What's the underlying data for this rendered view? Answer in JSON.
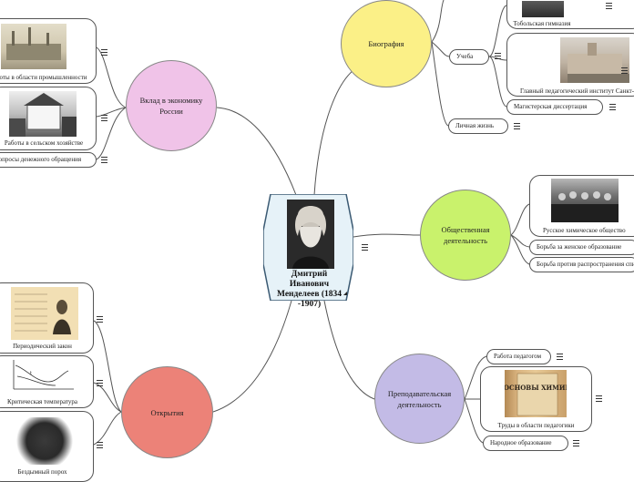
{
  "center": {
    "title": "Дмитрий Иванович Менделеев (1834 -1907)",
    "portrait_icon": "portrait-photo",
    "fill": "#e6f2f8",
    "border": "#3b5a73"
  },
  "branches": {
    "biography": {
      "label": "Биография",
      "color": "#fbf087",
      "study": {
        "label": "Учеба",
        "items": [
          {
            "caption": "Тобольская гимназия"
          },
          {
            "caption": "Главный педагогический институт Санкт-Петербурга"
          },
          {
            "caption": "Магистерская диссертация"
          }
        ]
      },
      "personal_life": "Личная жизнь"
    },
    "economy": {
      "label": "Вклад в экономику России",
      "color": "#f0c3e8",
      "items": [
        {
          "caption": "Работы в области промышленности"
        },
        {
          "caption": "Работы в сельском хозяйстве"
        },
        {
          "caption": "Вопросы денежного обращения"
        }
      ]
    },
    "social": {
      "label": "Общественная деятельность",
      "color": "#c9f26c",
      "items": [
        {
          "caption": "Русское химическое общество"
        },
        {
          "caption": "Борьба за женское образование"
        },
        {
          "caption": "Борьба против распространения спиритизма"
        }
      ]
    },
    "discoveries": {
      "label": "Открытия",
      "color": "#ec8278",
      "items": [
        {
          "caption": "Периодический закон"
        },
        {
          "caption": "Критическая температура"
        },
        {
          "caption": "Бездымный порох"
        }
      ]
    },
    "teaching": {
      "label": "Преподавательская деятельность",
      "color": "#c3bbe6",
      "items": [
        {
          "caption": "Работа педагогом"
        },
        {
          "caption": "Труды в области педагогики",
          "book_text": "ОСНОВЫ ХИМИИ"
        },
        {
          "caption": "Народное образование"
        }
      ]
    }
  },
  "colors": {
    "line": "#555555"
  }
}
